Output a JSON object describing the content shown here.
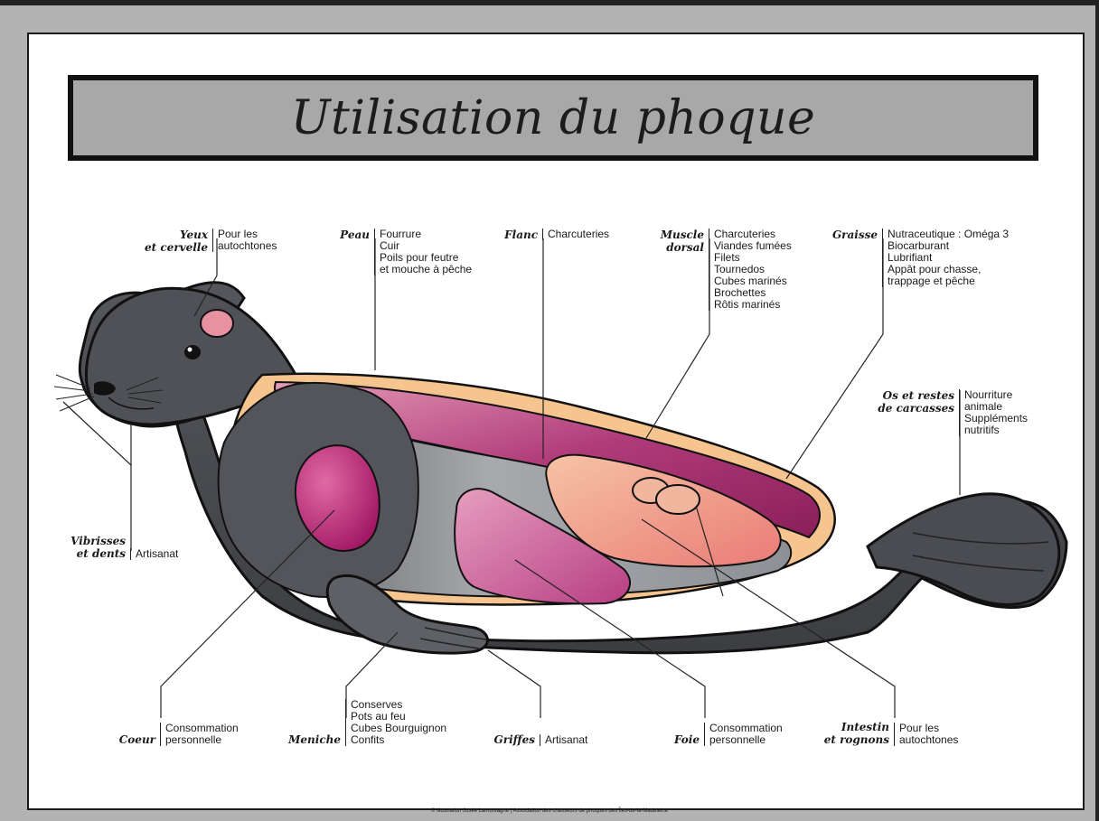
{
  "title": "Utilisation du phoque",
  "credit": "© Illustration Josée Lamontagne | Association des chasseurs de phoques des Îles-de-la-Madeleine",
  "labels": {
    "yeux": {
      "part": "Yeux\net cervelle",
      "uses": "Pour les\nautochtones"
    },
    "peau": {
      "part": "Peau",
      "uses": "Fourrure\nCuir\nPoils pour feutre\net mouche à pêche"
    },
    "flanc": {
      "part": "Flanc",
      "uses": "Charcuteries"
    },
    "muscle": {
      "part": "Muscle\ndorsal",
      "uses": "Charcuteries\nViandes fumées\nFilets\nTournedos\nCubes marinés\nBrochettes\nRôtis marinés"
    },
    "graisse": {
      "part": "Graisse",
      "uses": "Nutraceutique : Oméga 3\nBiocarburant\nLubrifiant\nAppât pour chasse,\ntrappage et pêche"
    },
    "os": {
      "part": "Os et restes\nde carcasses",
      "uses": "Nourriture\nanimale\nSuppléments\nnutritifs"
    },
    "vibrisses": {
      "part": "Vibrisses\net dents",
      "uses": "Artisanat"
    },
    "coeur": {
      "part": "Coeur",
      "uses": "Consommation\npersonnelle"
    },
    "meniche": {
      "part": "Meniche",
      "uses": "Conserves\nPots au feu\nCubes Bourguignon\nConfits"
    },
    "griffes": {
      "part": "Griffes",
      "uses": "Artisanat"
    },
    "foie": {
      "part": "Foie",
      "uses": "Consommation\npersonnelle"
    },
    "intestin": {
      "part": "Intestin\net rognons",
      "uses": "Pour les\nautochtones"
    }
  },
  "colors": {
    "seal_body": "#4d4f54",
    "seal_inner": "#7a7c80",
    "blubber": "#f6c48e",
    "muscle": "#a3336e",
    "heart": "#b01a6a",
    "liver": "#c85a95",
    "intestine": "#ef9b8e",
    "brain": "#e891a0"
  }
}
